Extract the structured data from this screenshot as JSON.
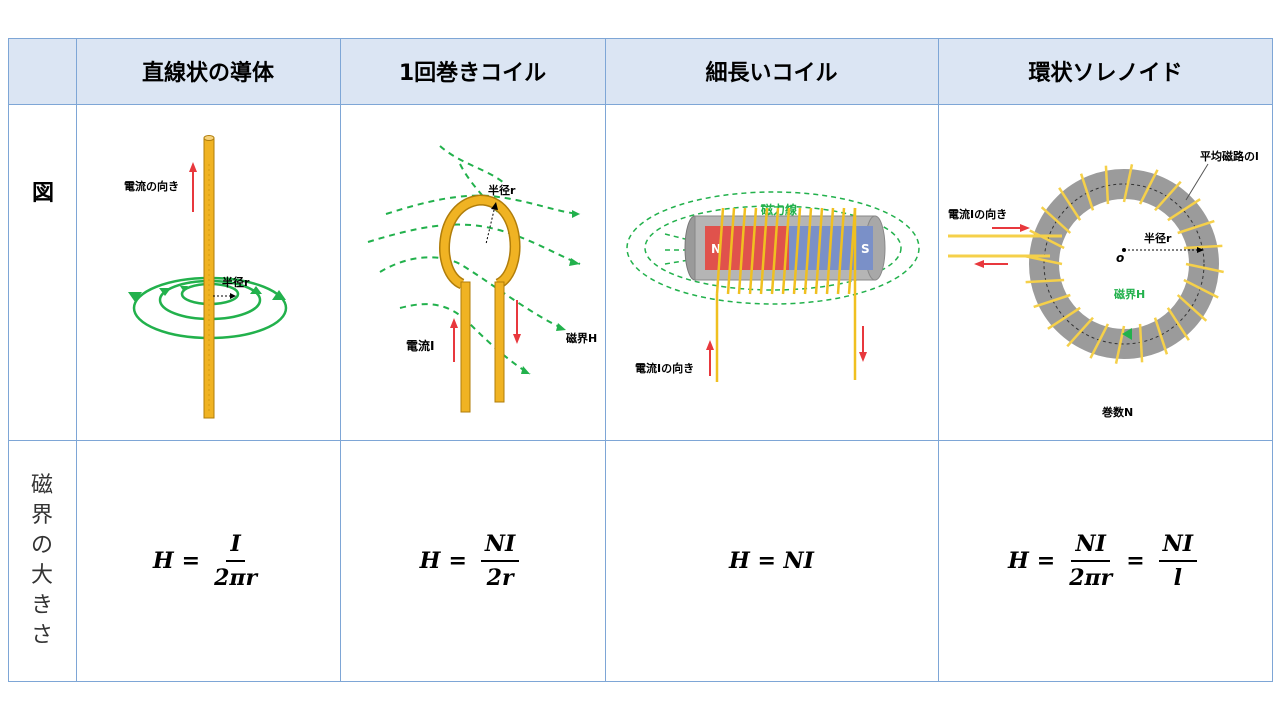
{
  "headers": {
    "straight": "直線状の導体",
    "single_loop": "1回巻きコイル",
    "long_coil": "細長いコイル",
    "toroid": "環状ソレノイド"
  },
  "rows": {
    "figure_label": "図",
    "magnitude_label_chars": [
      "磁",
      "界",
      "の",
      "大",
      "き",
      "さ"
    ]
  },
  "figure_labels": {
    "straight_current_dir": "電流の向き",
    "straight_radius": "半径r",
    "loop_radius": "半径r",
    "loop_field": "磁界H",
    "loop_current": "電流I",
    "coil_field_lines": "磁力線",
    "coil_n": "N",
    "coil_s": "S",
    "coil_current_dir": "電流Iの向き",
    "toroid_mean_path": "平均磁路のl",
    "toroid_current_dir": "電流Iの向き",
    "toroid_radius": "半径r",
    "toroid_center": "o",
    "toroid_field": "磁界H",
    "toroid_turns": "巻数N"
  },
  "formulas": {
    "straight": {
      "lhs": "H",
      "eq": "=",
      "num": "I",
      "den": "2πr"
    },
    "single_loop": {
      "lhs": "H",
      "eq": "=",
      "num": "NI",
      "den": "2r"
    },
    "long_coil": {
      "text": "H = NI"
    },
    "toroid": {
      "lhs": "H",
      "eq": "=",
      "num1": "NI",
      "den1": "2πr",
      "eq2": "=",
      "num2": "NI",
      "den2": "l"
    }
  },
  "colors": {
    "header_bg": "#dbe5f3",
    "grid_line": "#7ea6d6",
    "conductor": "#f0b323",
    "field_green": "#22b14c",
    "current_red": "#e8383d"
  }
}
